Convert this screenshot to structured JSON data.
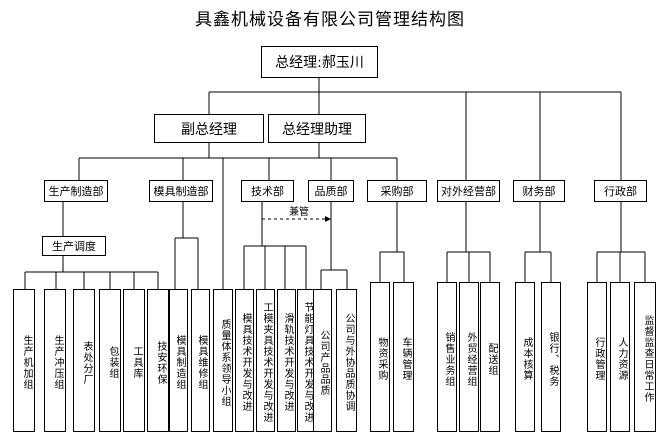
{
  "title": "具鑫机械设备有限公司管理结构图",
  "gm": "总经理:郝玉川",
  "deputy_gm": "副总经理",
  "assistant_gm": "总经理助理",
  "supervise_label": "兼管",
  "departments": {
    "production": "生产制造部",
    "mold": "模具制造部",
    "tech": "技术部",
    "quality": "品质部",
    "purchase": "采购部",
    "external": "对外经营部",
    "finance": "财务部",
    "admin": "行政部"
  },
  "production_dispatch": "生产调度",
  "units": {
    "prod_machining": "生产机加组",
    "prod_stamping": "生产冲压组",
    "surface_treat": "表处分厂",
    "packaging": "包装组",
    "tool_room": "工具库",
    "safety_env": "技安环保",
    "mold_making": "模具制造组",
    "mold_repair": "模具维修组",
    "quality_system": "质量体系领导小组",
    "mold_tech": "模具技术开发与改进",
    "fixture_tech": "工模夹具技术开发与改进",
    "rail_tech": "滑轨技术开发与改进",
    "lamp_tech": "节能灯具技术开发与改进",
    "product_quality": "公司产品品质",
    "partner_quality": "公司与外协品质协调",
    "material_purchase": "物资采购",
    "vehicle_mgmt": "车辆管理",
    "sales": "销售业务组",
    "foreign_trade": "外贸经营组",
    "delivery": "配送组",
    "cost_accounting": "成本核算",
    "bank_tax": "银行、税务",
    "admin_mgmt": "行政管理",
    "hr": "人力资源",
    "supervision": "监督监查日常工作"
  }
}
